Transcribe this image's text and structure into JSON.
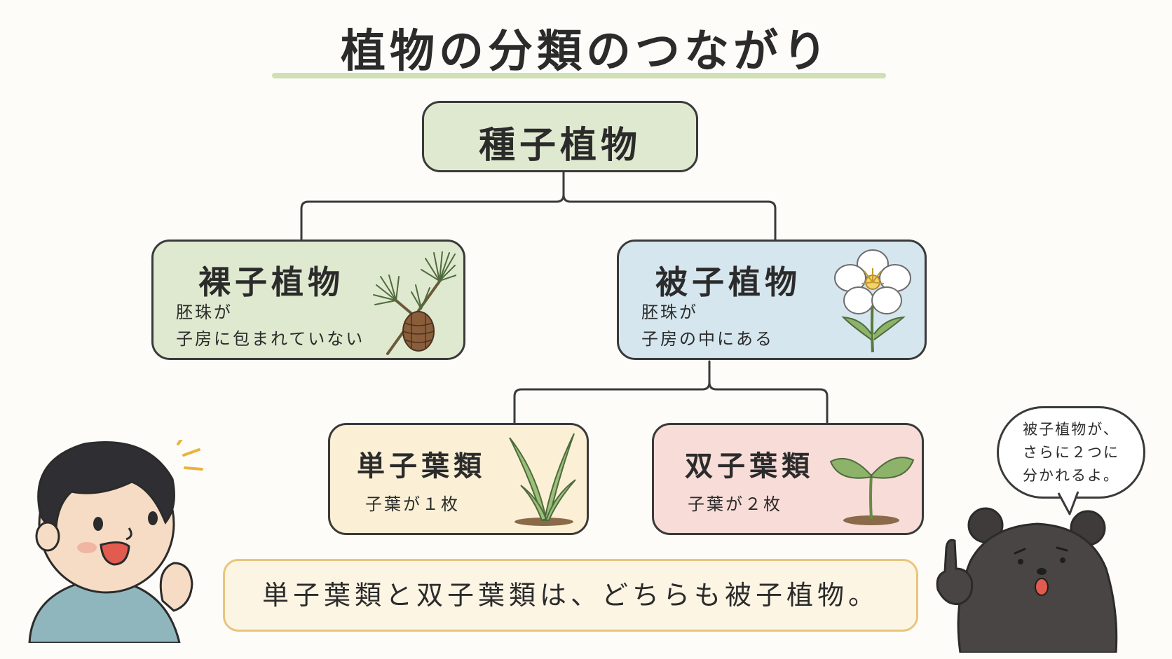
{
  "title": "植物の分類のつながり",
  "root": {
    "name": "種子植物"
  },
  "gymnosperm": {
    "name": "裸子植物",
    "desc_line1": "胚珠が",
    "desc_line2": "子房に包まれていない",
    "icon": "pine-branch-icon"
  },
  "angiosperm": {
    "name": "被子植物",
    "desc_line1": "胚珠が",
    "desc_line2": "子房の中にある",
    "icon": "flower-icon"
  },
  "monocot": {
    "name": "単子葉類",
    "desc": "子葉が１枚",
    "icon": "grass-sprout-icon"
  },
  "dicot": {
    "name": "双子葉類",
    "desc": "子葉が２枚",
    "icon": "two-leaf-sprout-icon"
  },
  "summary": "単子葉類と双子葉類は、どちらも被子植物。",
  "bear_speech": {
    "line1": "被子植物が、",
    "line2": "さらに２つに",
    "line3": "分かれるよ。"
  },
  "colors": {
    "root": "#dfe9cf",
    "gymnosperm": "#dfe9cf",
    "angiosperm": "#d6e6ee",
    "monocot": "#fbf0d6",
    "dicot": "#f8dcd8",
    "summary_border": "#e9c57a"
  }
}
